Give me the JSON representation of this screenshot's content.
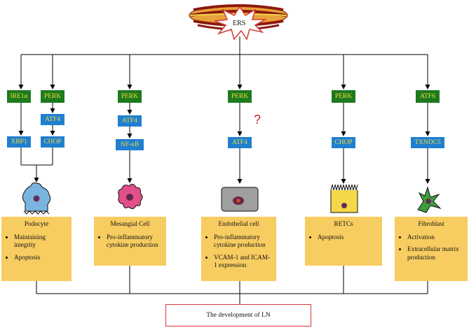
{
  "stress": {
    "label": "ERS"
  },
  "question_mark": "?",
  "columns": [
    {
      "id": "podocyte",
      "nodes": [
        "IRE1α",
        "PERK",
        "ATF4",
        "XBP1",
        "CHOP"
      ],
      "cell": "Podocyte",
      "effects": [
        "Maintaining integrity",
        "Apoptosis"
      ]
    },
    {
      "id": "mesangial",
      "nodes": [
        "PERK",
        "ATF4",
        "NF-κB"
      ],
      "cell": "Mesangial Cell",
      "effects": [
        "Pro-inflammatory cytokine production"
      ]
    },
    {
      "id": "endothelial",
      "nodes": [
        "PERK",
        "ATF4"
      ],
      "cell": "Endothelial cell",
      "effects": [
        "Pro-inflammatory cytokine production",
        "VCAM-1 and ICAM-1 expression"
      ]
    },
    {
      "id": "retcs",
      "nodes": [
        "PERK",
        "CHOP"
      ],
      "cell": "RETCs",
      "effects": [
        "Apoptosis"
      ]
    },
    {
      "id": "fibroblast",
      "nodes": [
        "ATF6",
        "TXNDC5"
      ],
      "cell": "Fibroblast",
      "effects": [
        "Activation",
        "Extracellular matrix production"
      ]
    }
  ],
  "outcome": "The development of LN",
  "colors": {
    "sensor": "#1e7a1e",
    "effector": "#1f7fd0",
    "node_text": "#f0dc3a",
    "panel": "#f7cc60",
    "outcome_border": "#d43838",
    "question": "#d21e1e"
  },
  "icons": [
    "er-organelle-icon",
    "explosion-burst-icon",
    "podocyte-cell-icon",
    "mesangial-cell-icon",
    "endothelial-cell-icon",
    "retc-cell-icon",
    "fibroblast-cell-icon"
  ]
}
